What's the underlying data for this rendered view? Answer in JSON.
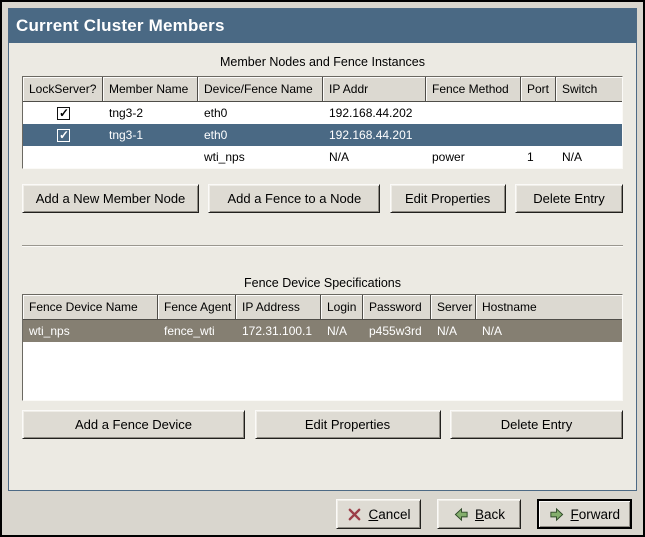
{
  "window": {
    "title": "Current Cluster Members"
  },
  "member_table": {
    "caption": "Member Nodes and Fence Instances",
    "columns": [
      "LockServer?",
      "Member Name",
      "Device/Fence Name",
      "IP Addr",
      "Fence Method",
      "Port",
      "Switch"
    ],
    "rows": [
      {
        "lockserver_checked": true,
        "member_name": "tng3-2",
        "device_fence_name": "eth0",
        "ip_addr": "192.168.44.202",
        "fence_method": "",
        "port": "",
        "switch": "",
        "selected": false
      },
      {
        "lockserver_checked": true,
        "member_name": "tng3-1",
        "device_fence_name": "eth0",
        "ip_addr": "192.168.44.201",
        "fence_method": "",
        "port": "",
        "switch": "",
        "selected": true
      },
      {
        "lockserver_checked": false,
        "member_name": "",
        "device_fence_name": "wti_nps",
        "ip_addr": "N/A",
        "fence_method": "power",
        "port": "1",
        "switch": "N/A",
        "selected": false
      }
    ],
    "buttons": [
      "Add a New Member Node",
      "Add a Fence to a Node",
      "Edit Properties",
      "Delete Entry"
    ]
  },
  "fence_table": {
    "caption": "Fence Device Specifications",
    "columns": [
      "Fence Device Name",
      "Fence Agent",
      "IP Address",
      "Login",
      "Password",
      "Server",
      "Hostname"
    ],
    "rows": [
      {
        "fence_device_name": "wti_nps",
        "fence_agent": "fence_wti",
        "ip_address": "172.31.100.1",
        "login": "N/A",
        "password": "p455w3rd",
        "server": "N/A",
        "hostname": "N/A",
        "selected": true
      }
    ],
    "buttons": [
      "Add a Fence Device",
      "Edit Properties",
      "Delete Entry"
    ]
  },
  "footer": {
    "cancel_label": "Cancel",
    "back_label": "Back",
    "forward_label": "Forward",
    "cancel_icon": "red-x",
    "back_icon": "green-arrow-left",
    "forward_icon": "green-arrow-right"
  },
  "colors": {
    "title_bar": "#4a6984",
    "selected_row_active": "#4a6984",
    "selected_row_inactive": "#857f72",
    "panel_background": "#eceae3",
    "window_background": "#d9d6ce"
  }
}
